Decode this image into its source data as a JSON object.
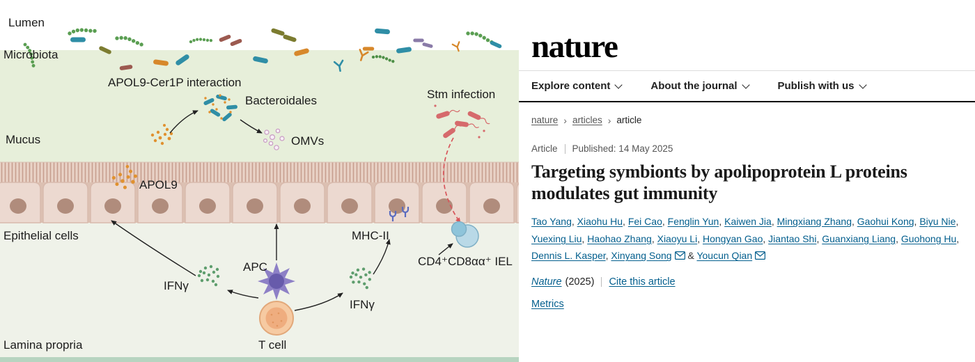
{
  "diagram": {
    "labels": {
      "lumen": "Lumen",
      "microbiota": "Microbiota",
      "apol9_cer1p": "APOL9-Cer1P interaction",
      "bacteroidales": "Bacteroidales",
      "stm_infection": "Stm infection",
      "mucus": "Mucus",
      "omvs": "OMVs",
      "apol9": "APOL9",
      "epithelial_cells": "Epithelial cells",
      "mhc2": "MHC-II",
      "iel": "CD4⁺CD8αα⁺ IEL",
      "apc": "APC",
      "ifng_left": "IFNγ",
      "ifng_right": "IFNγ",
      "t_cell": "T cell",
      "lamina_propria": "Lamina propria"
    },
    "colors": {
      "lumen_bg": "#ffffff",
      "mucus_bg": "#e7efda",
      "villi_bg": "#e9d2c6",
      "villi_line": "#c79e8e",
      "grout": "#dcc0b2",
      "epithelium_cell": "#ecd9d0",
      "epithelium_border": "#d8baad",
      "nucleus": "#b08c7c",
      "lamina_bg": "#eff2e9",
      "bottom_strip": "#b7d4c0",
      "stm_red": "#d8555a",
      "apol9_orange": "#e0912f",
      "ifng_green": "#5f9e6e",
      "apc_purple": "#8d80c6",
      "apc_core": "#675bab",
      "tcell_fill": "#f6caa2",
      "tcell_ring": "#e2a87a",
      "iel_blue": "#b9d9e7"
    }
  },
  "site": {
    "logo": "nature",
    "nav": [
      {
        "label": "Explore content"
      },
      {
        "label": "About the journal"
      },
      {
        "label": "Publish with us"
      }
    ],
    "breadcrumb": [
      {
        "label": "nature",
        "link": true
      },
      {
        "label": "articles",
        "link": true
      },
      {
        "label": "article",
        "link": false
      }
    ],
    "article": {
      "type_label": "Article",
      "published": "Published: 14 May 2025",
      "title": "Targeting symbionts by apolipoprotein L proteins modulates gut immunity",
      "authors": [
        {
          "name": "Tao Yang"
        },
        {
          "name": "Xiaohu Hu"
        },
        {
          "name": "Fei Cao"
        },
        {
          "name": "Fenglin Yun"
        },
        {
          "name": "Kaiwen Jia"
        },
        {
          "name": "Mingxiang Zhang"
        },
        {
          "name": "Gaohui Kong"
        },
        {
          "name": "Biyu Nie"
        },
        {
          "name": "Yuexing Liu"
        },
        {
          "name": "Haohao Zhang"
        },
        {
          "name": "Xiaoyu Li"
        },
        {
          "name": "Hongyan Gao"
        },
        {
          "name": "Jiantao Shi"
        },
        {
          "name": "Guanxiang Liang"
        },
        {
          "name": "Guohong Hu"
        },
        {
          "name": "Dennis L. Kasper"
        },
        {
          "name": "Xinyang Song",
          "email": true
        },
        {
          "name": "Youcun Qian",
          "email": true
        }
      ],
      "journal": "Nature",
      "year": "(2025)",
      "cite_label": "Cite this article",
      "metrics_label": "Metrics"
    }
  }
}
